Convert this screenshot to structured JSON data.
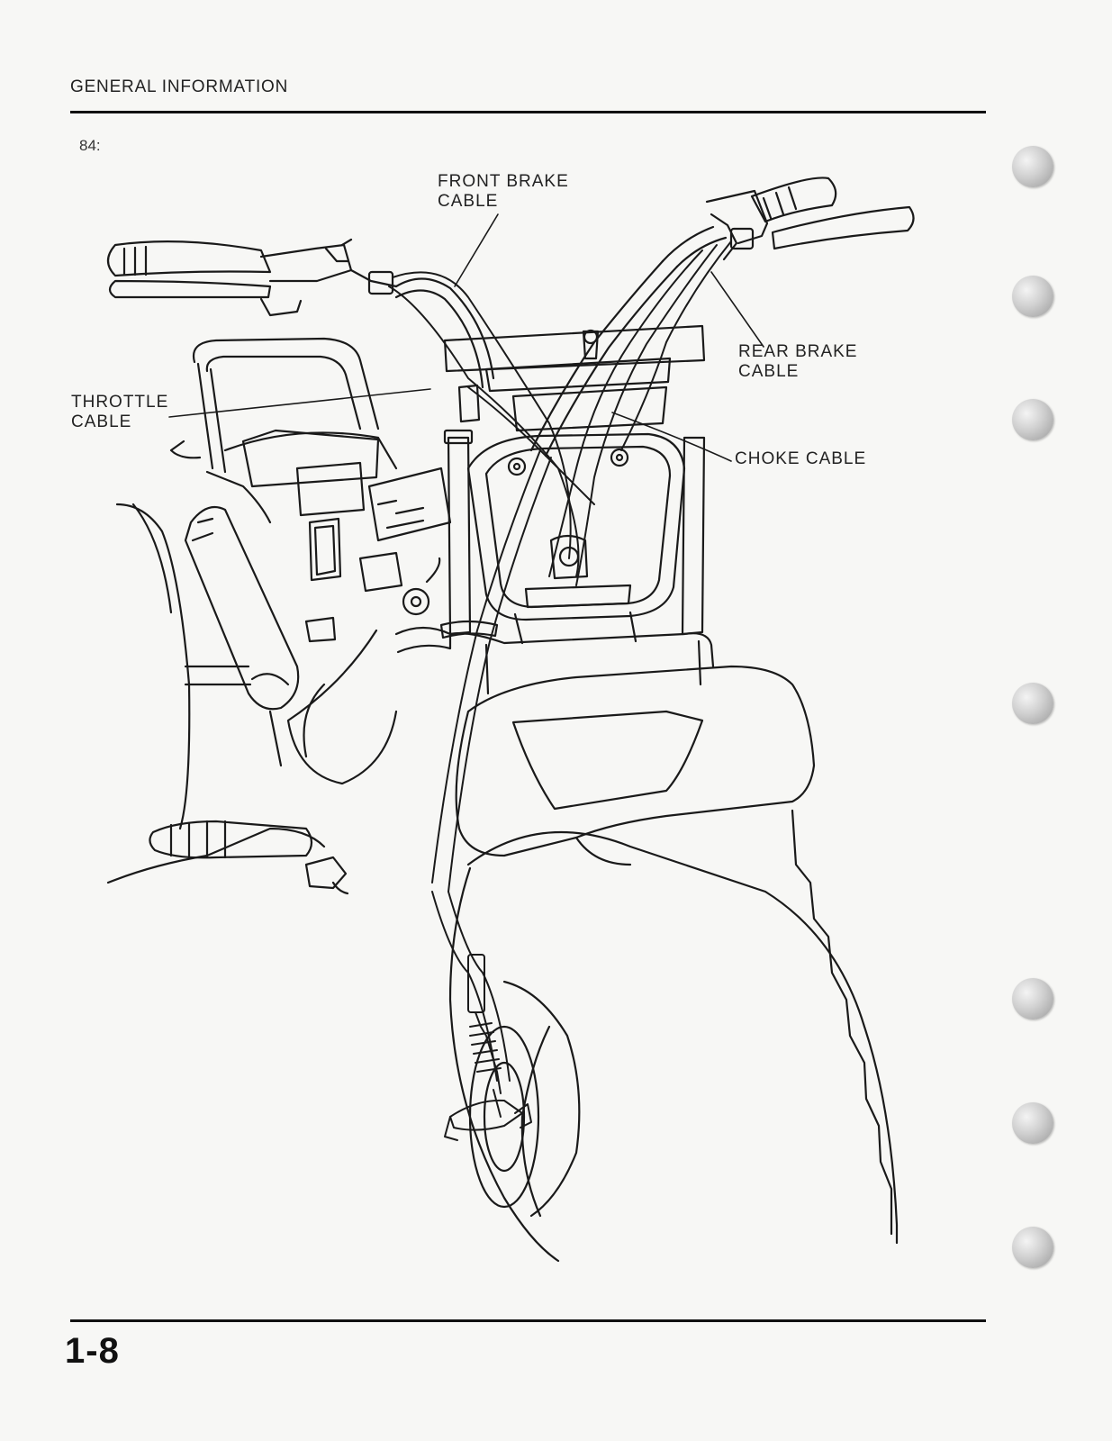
{
  "header": {
    "title": "GENERAL INFORMATION"
  },
  "model": "84:",
  "callouts": {
    "front_brake": {
      "line1": "FRONT BRAKE",
      "line2": "CABLE"
    },
    "rear_brake": {
      "line1": "REAR BRAKE",
      "line2": "CABLE"
    },
    "throttle": {
      "line1": "THROTTLE",
      "line2": "CABLE"
    },
    "choke": {
      "line1": "CHOKE CABLE"
    }
  },
  "footer": {
    "page_number": "1-8"
  },
  "colors": {
    "ink": "#1a1a1a",
    "paper": "#f7f7f5",
    "tab": "#bdbdbd"
  }
}
